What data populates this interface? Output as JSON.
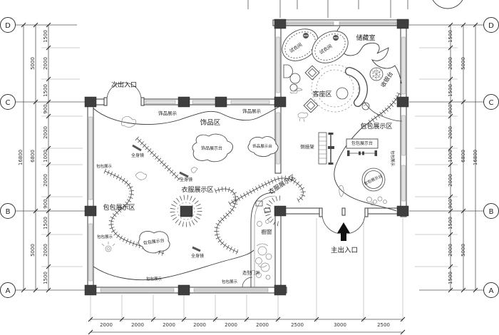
{
  "grid_bubbles": [
    "D",
    "C",
    "B",
    "A"
  ],
  "dimensions": {
    "vertical_detail": [
      "1500",
      "2000",
      "1500",
      "900",
      "2000",
      "1000",
      "2000",
      "900",
      "1500",
      "2000",
      "1500"
    ],
    "vertical_groups": [
      "5000",
      "6800",
      "5000"
    ],
    "vertical_total": "16800",
    "bottom": [
      "2000",
      "2000",
      "2000",
      "2000",
      "2000",
      "2000",
      "2500",
      "3000",
      "2500"
    ]
  },
  "labels": {
    "secondary_entrance": "次出入口",
    "main_entrance": "主出入口",
    "fitting_room": "试衣间",
    "storage": "储藏室",
    "cashier": "收银台",
    "seating_area": "客座区",
    "accessory_area": "饰品区",
    "accessory_display": "饰品展示",
    "accessory_table": "饰品展示台",
    "clothing_area": "衣服展示区",
    "mirror": "全身镜",
    "bag_area": "包包展示区",
    "bag_table": "包包展示台",
    "bag_display": "包包展示",
    "side_rack": "侧挂架",
    "show_window": "橱窗",
    "shaped_opening": "造型门洞"
  },
  "colors": {
    "line": "#3a3a3a",
    "column_fill": "#3f3f3f",
    "window_fill": "#e2e2e2",
    "text": "#1c1c1c",
    "dim_text": "#333333",
    "background": "#ffffff"
  }
}
